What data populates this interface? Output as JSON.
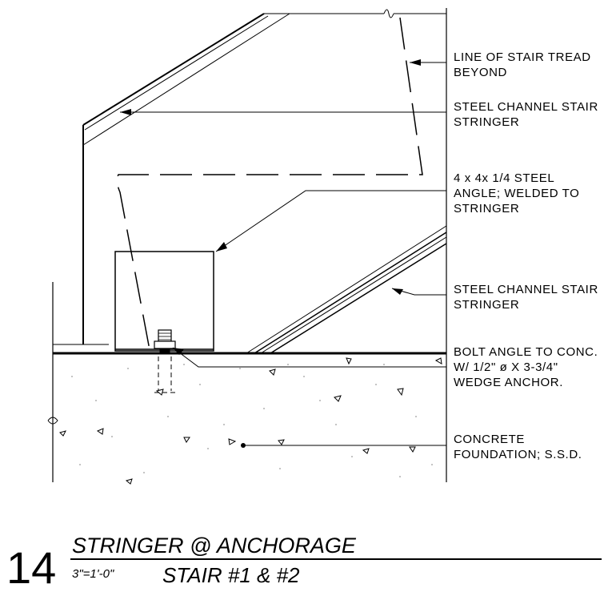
{
  "detail": {
    "number": "14",
    "title": "STRINGER @ ANCHORAGE",
    "scale": "3\"=1'-0\"",
    "subtitle": "STAIR #1 & #2"
  },
  "notes": {
    "tread_line": [
      "LINE OF STAIR TREAD",
      "BEYOND"
    ],
    "channel_upper": [
      "STEEL CHANNEL STAIR",
      "STRINGER"
    ],
    "angle": [
      "4 x 4x 1/4 STEEL",
      "ANGLE; WELDED TO",
      "STRINGER"
    ],
    "channel_lower": [
      "STEEL CHANNEL STAIR",
      "STRINGER"
    ],
    "bolt": [
      "BOLT ANGLE TO CONC.",
      "W/ 1/2\" ø X 3-3/4\"",
      "WEDGE ANCHOR."
    ],
    "concrete": [
      "CONCRETE",
      "FOUNDATION; S.S.D."
    ]
  },
  "colors": {
    "ink": "#000000",
    "paper": "#ffffff",
    "concrete_stipple": "#9a9a9a"
  }
}
